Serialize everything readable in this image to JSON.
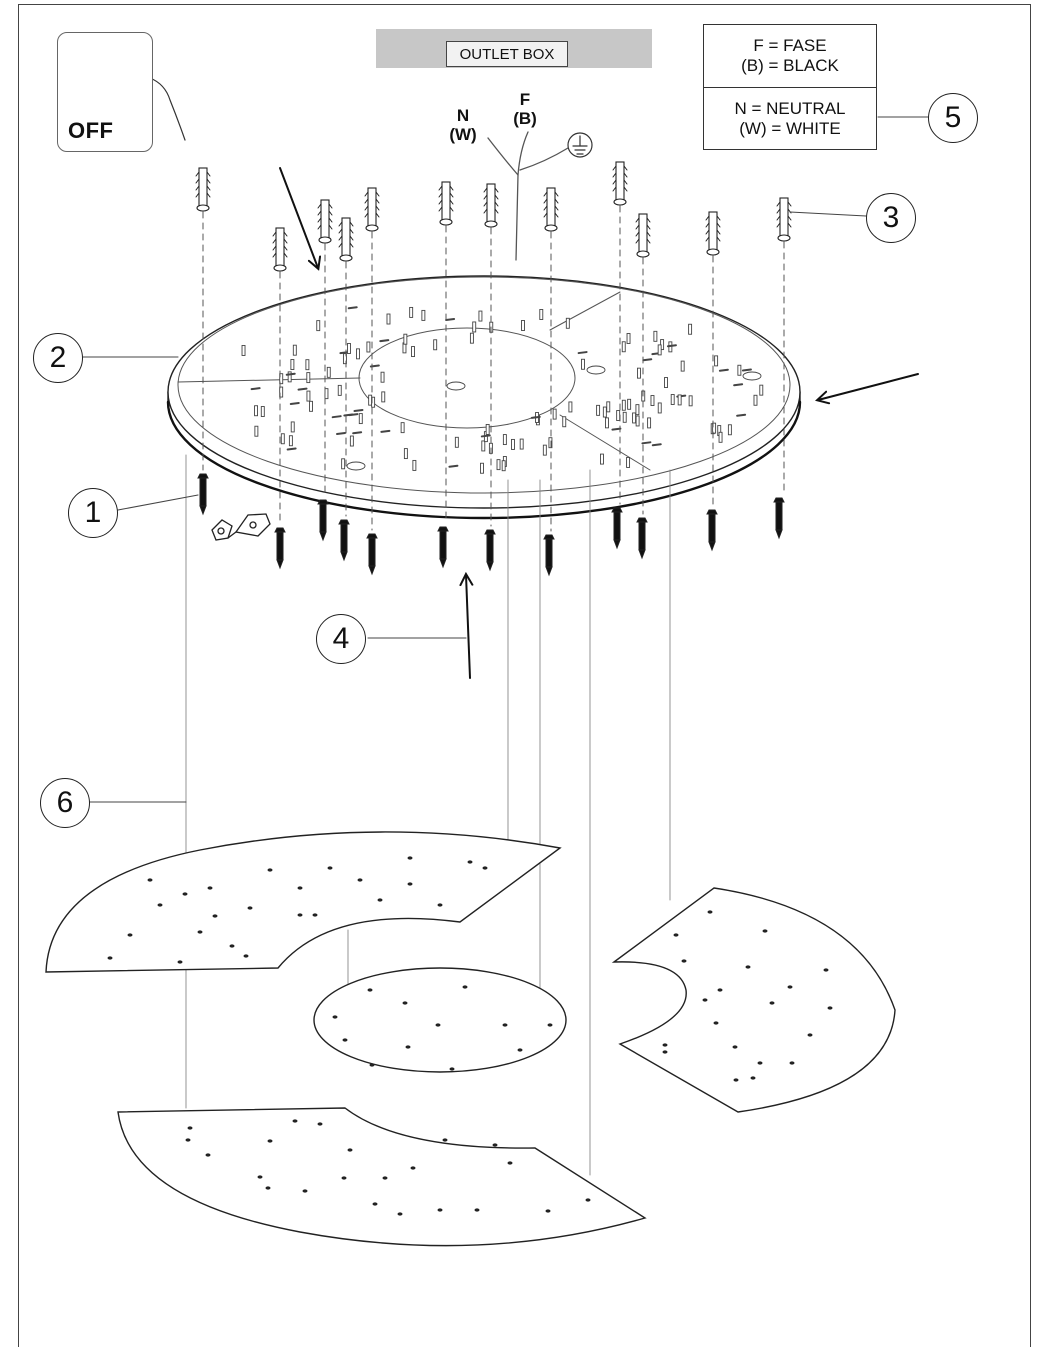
{
  "power_notice": {
    "label": "OFF",
    "icon": "switch-off-hand-icon"
  },
  "outlet_box": {
    "label": "OUTLET BOX"
  },
  "wires": {
    "neutral": {
      "letter": "N",
      "color_code": "(W)"
    },
    "phase": {
      "letter": "F",
      "color_code": "(B)"
    },
    "ground": {
      "icon": "ground-symbol-icon"
    }
  },
  "legend": {
    "phase_line1": "F = FASE",
    "phase_line2": "(B) = BLACK",
    "neutral_line1": "N = NEUTRAL",
    "neutral_line2": "(W) = WHITE"
  },
  "callouts": {
    "c1": "1",
    "c2": "2",
    "c3": "3",
    "c4": "4",
    "c5": "5",
    "c6": "6"
  }
}
